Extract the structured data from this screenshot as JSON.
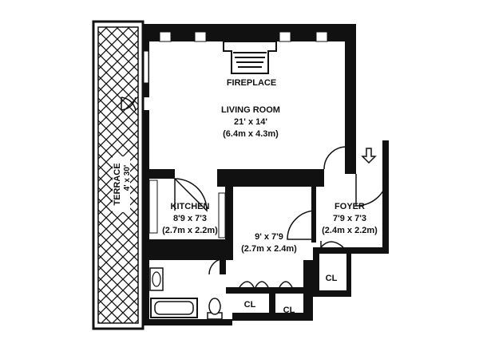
{
  "rooms": {
    "fireplace": {
      "label": "FIREPLACE"
    },
    "living_room": {
      "name": "LIVING ROOM",
      "imperial": "21' x 14'",
      "metric": "(6.4m x 4.3m)"
    },
    "terrace": {
      "name": "TERRACE",
      "size": "4' x 30'"
    },
    "kitchen": {
      "name": "KITCHEN",
      "imperial": "8'9 x 7'3",
      "metric": "(2.7m x 2.2m)"
    },
    "bedroom": {
      "imperial": "9' x 7'9",
      "metric": "(2.7m x 2.4m)"
    },
    "foyer": {
      "name": "FOYER",
      "imperial": "7'9 x 7'3",
      "metric": "(2.4m x 2.2m)"
    },
    "closets": [
      "CL",
      "CL",
      "CL"
    ]
  },
  "icons": {
    "entry": "down-arrow-icon"
  },
  "colors": {
    "wall": "#111111",
    "background": "#ffffff"
  }
}
